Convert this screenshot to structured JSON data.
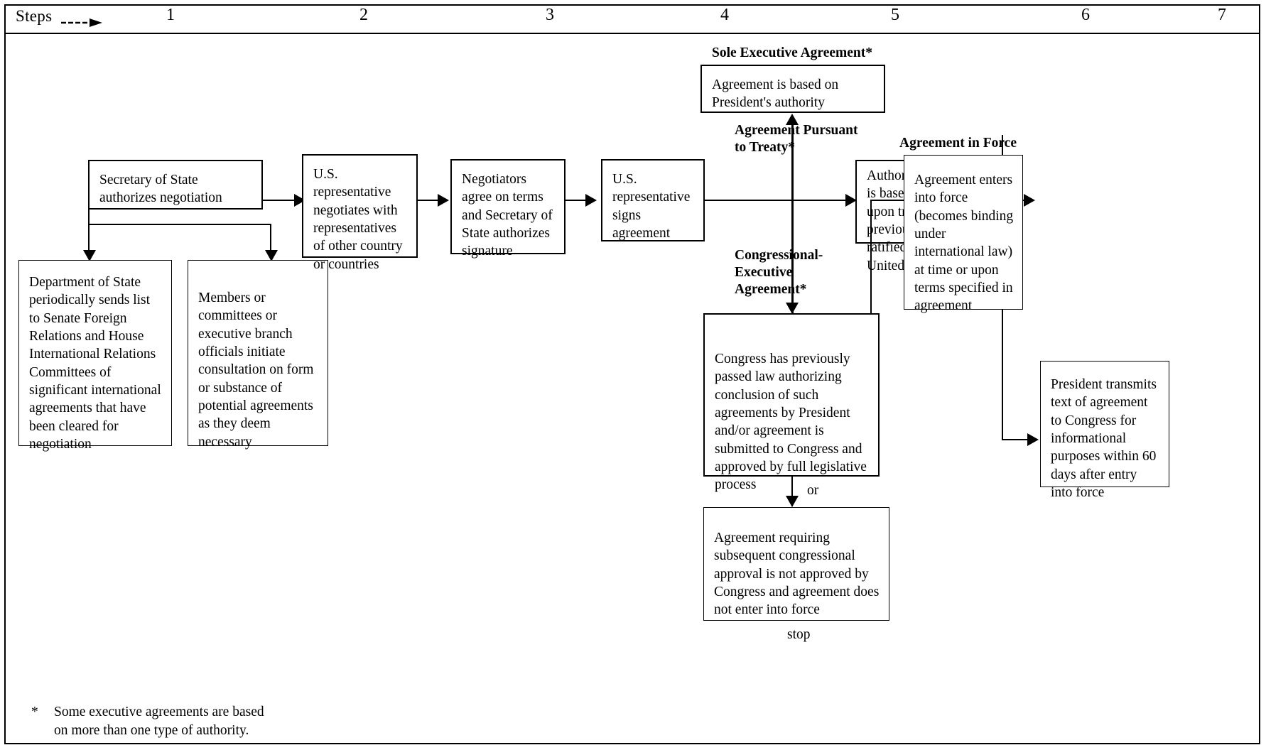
{
  "header": {
    "steps_label": "Steps",
    "arrow_icon": "right-arrow",
    "step_numbers": [
      "1",
      "2",
      "3",
      "4",
      "5",
      "6",
      "7"
    ]
  },
  "captions": {
    "sole_executive": "Sole Executive Agreement*",
    "pursuant_to_treaty": "Agreement Pursuant\nto Treaty*",
    "congressional_executive": "Congressional-\nExecutive\nAgreement*",
    "agreement_in_force": "Agreement in Force"
  },
  "boxes": {
    "secretary_authorizes": "Secretary of State authorizes negotiation",
    "dept_state_list": "Department of State periodically sends list to Senate Foreign Relations and House International Relations Committees of significant international agreements that have been cleared for negotiation",
    "members_consultation": "Members or committees or executive branch officials initiate consultation on form or substance of potential agreements as they deem necessary",
    "us_rep_negotiates": "U.S. representative negotiates with representatives of other country or countries",
    "negotiators_agree": "Negotiators agree on terms and Secretary of State authorizes signature",
    "us_rep_signs": "U.S. representative signs agreement",
    "sole_executive_body": "Agreement is based on President's authority",
    "pursuant_treaty_body": "Authorization is based upon treaty previously ratified by United States",
    "congressional_executive_body": "Congress has previously passed law authorizing conclusion of such agreements by President and/or agreement is submitted to Congress and approved by full legislative process",
    "not_approved_body": "Agreement requiring subsequent congressional approval is not approved by Congress and agreement does not enter into force",
    "agreement_in_force_body": "Agreement enters into force (becomes binding under international law) at time or upon terms specified in agreement",
    "president_transmits_body": "President transmits text of agreement to Congress for informational purposes within 60 days after entry into force"
  },
  "labels": {
    "or": "or",
    "stop": "stop"
  },
  "footnote": {
    "marker": "*",
    "text": "Some executive agreements are based\non more than one type of authority."
  },
  "colors": {
    "ink": "#000000",
    "paper": "#ffffff"
  }
}
